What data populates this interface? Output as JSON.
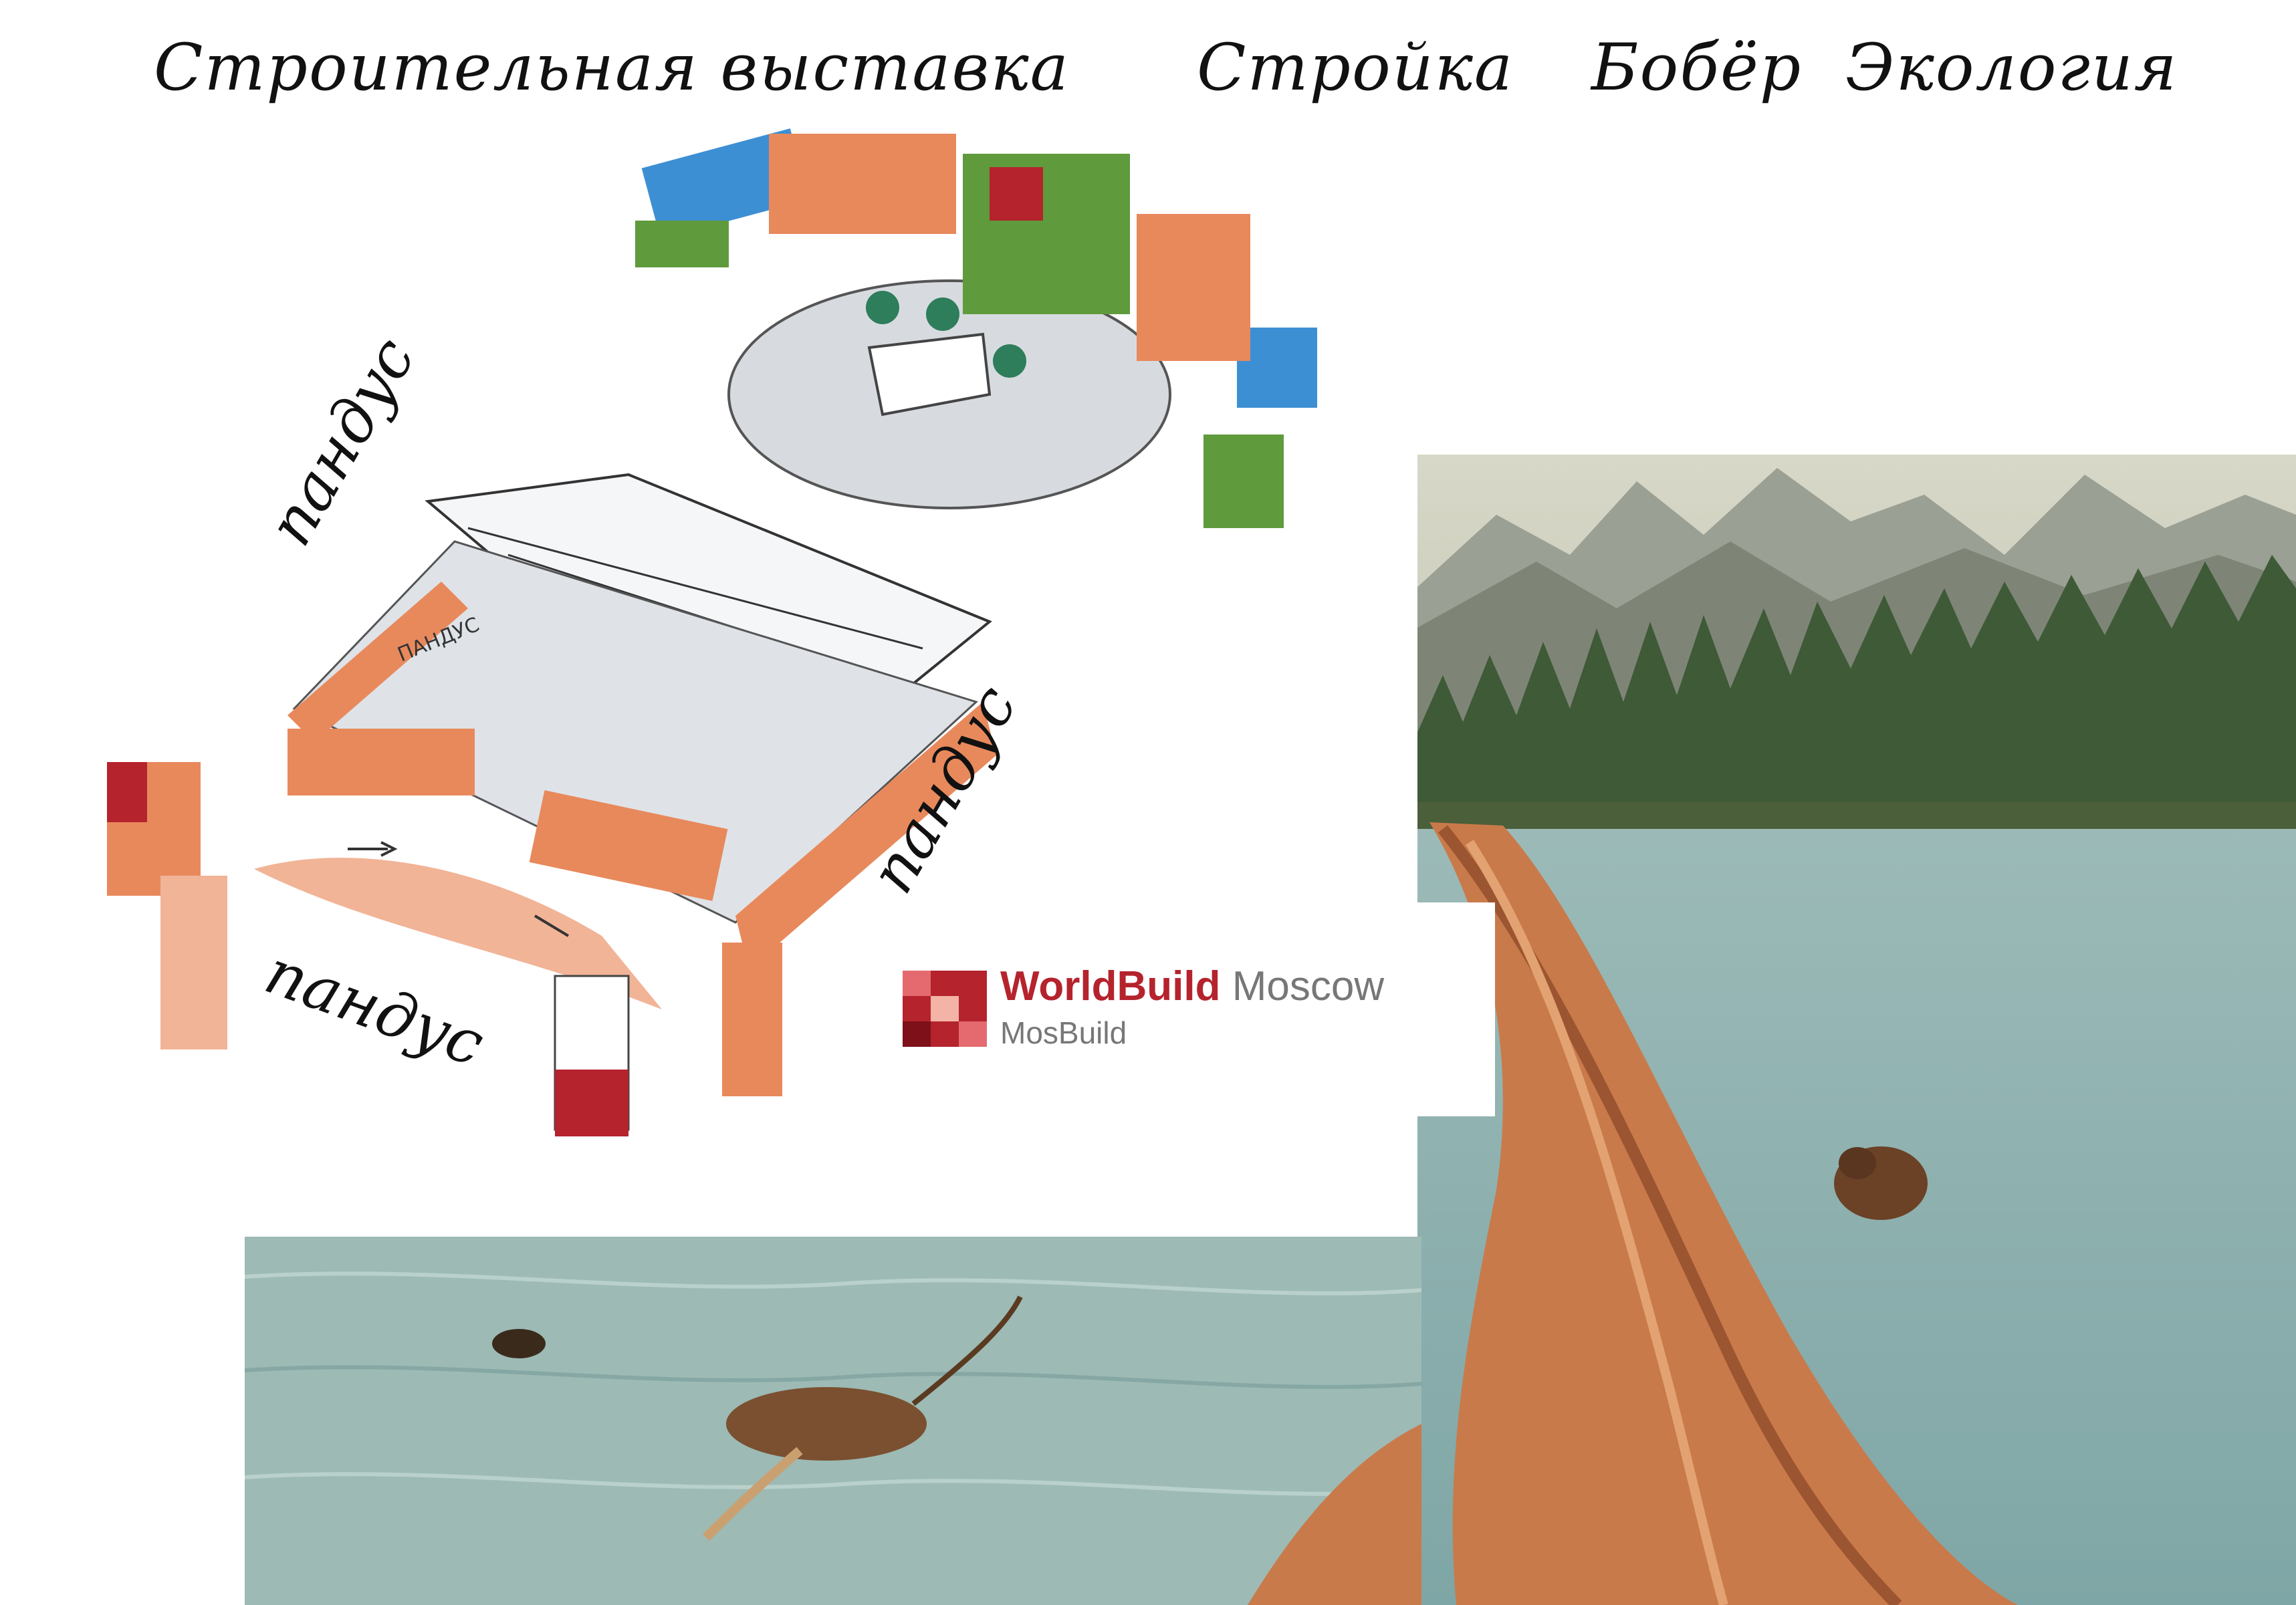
{
  "captions": {
    "exhibition": "Строительная выставка",
    "construction": "Стройка",
    "beaver": "Бобёр",
    "ecology": "Экология"
  },
  "sketch": {
    "ramp_labels": [
      "пандус",
      "пандус",
      "пандус"
    ],
    "ramp_small_label": "ПАНДУС"
  },
  "logo": {
    "brand_primary": "WorldBuild",
    "brand_city": "Moscow",
    "brand_sub": "MosBuild",
    "colors": {
      "red": "#b5232d",
      "dark_red": "#7d1019",
      "pink": "#e46a6f",
      "light": "#f3b3a6",
      "gray": "#777777"
    }
  },
  "colors": {
    "water": "#8fb3b0",
    "wood": "#c97a4a",
    "forest": "#3f5a36",
    "mountain": "#9aa093",
    "sketch_orange": "#e8895c",
    "sketch_green": "#5f9a3c",
    "sketch_blue": "#3d8fd4"
  }
}
